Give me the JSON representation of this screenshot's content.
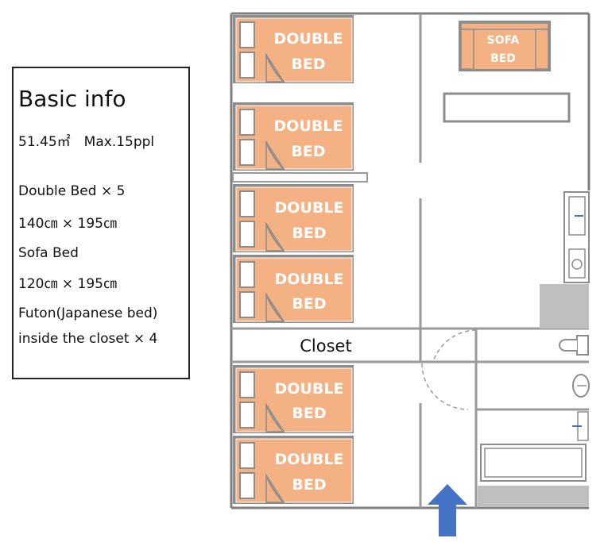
{
  "info": {
    "title": "Basic info",
    "area_line": "51.45㎡　Max.15ppl",
    "double_bed": "Double Bed × 5",
    "double_bed_size": "140㎝ × 195㎝",
    "sofa_bed": "Sofa Bed",
    "sofa_bed_size": "120㎝ × 195㎝",
    "futon": "Futon(Japanese bed)",
    "futon_loc": "inside the closet × 4"
  },
  "plan": {
    "bed_line1": "DOUBLE",
    "bed_line2": "BED",
    "sofa_line1": "SOFA",
    "sofa_line2": "BED",
    "closet": "Closet",
    "bed_fill": "#f4b183",
    "entrance_arrow": "#4472c4",
    "wall": "#7f7f7f"
  }
}
